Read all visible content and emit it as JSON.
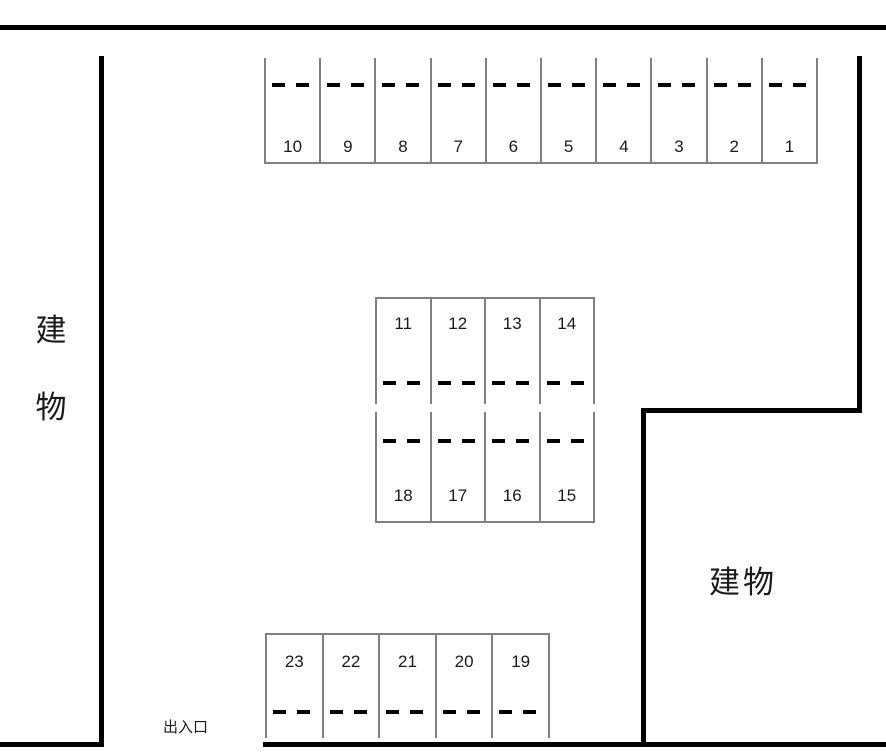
{
  "diagram": {
    "type": "parking-lot-map"
  },
  "labels": {
    "building_left_chars": [
      "建",
      "物"
    ],
    "building_right": "建物",
    "entrance": "出入口"
  },
  "colors": {
    "wall": "#000000",
    "stall_border": "#808080",
    "dash": "#000000",
    "background": "#ffffff",
    "text": "#1a1a1a"
  },
  "parking_rows": [
    {
      "id": "top",
      "numbers": [
        "10",
        "9",
        "8",
        "7",
        "6",
        "5",
        "4",
        "3",
        "2",
        "1"
      ]
    },
    {
      "id": "middle-upper",
      "numbers": [
        "11",
        "12",
        "13",
        "14"
      ]
    },
    {
      "id": "middle-lower",
      "numbers": [
        "18",
        "17",
        "16",
        "15"
      ]
    },
    {
      "id": "bottom",
      "numbers": [
        "23",
        "22",
        "21",
        "20",
        "19"
      ]
    }
  ]
}
